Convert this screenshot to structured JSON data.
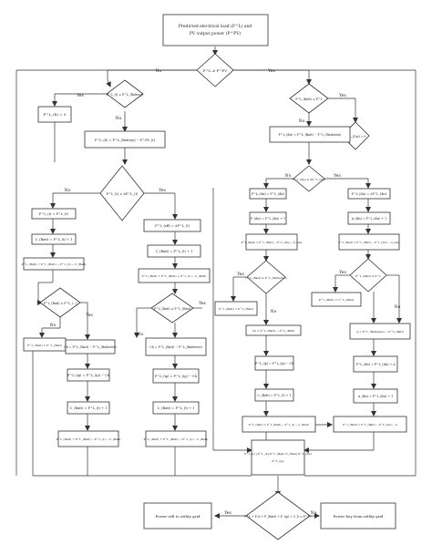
{
  "start": {
    "line1": "Predicted electrical load (P^L) and",
    "line2": "PV output power (P^PV)"
  },
  "d_top": "P^L ≥ P^PV",
  "yes": "Yes",
  "no": "No",
  "left": {
    "d1": "P^L_(t) ≥ P^L_(Battery)",
    "b_zero": "P^L_(b) = 0",
    "b_diff": "P^L_(b) = P^L_(Battery) − P^PV_(t)",
    "d2": "P^L_(t) ≥ ΔP^L_(t)",
    "b_a1": "P^L_(t) = P^L_(t)",
    "b_a2": "C_(Batt) = P^L_(t) + 1",
    "b_a3": "P^L_(Batt) = P^L_(Batt) − P^L_(t) − C_(Batt)",
    "d3": "P^L_(Batt) ≥ P^L_(...)",
    "b_a4": "P^L_(Batt) = P^L_(Batt)",
    "b_a5": "Ch = P^L_(Batt) − P^L_(Batteries)",
    "b_a6": "P^L_(ip) = P^L_(ip) − Ch",
    "b_a7": "C_(Batt) = P^L_(t) + 1",
    "b_a8": "P^L_(Batt) = P^L_(Batt) − P^L_(t) − C_(Batt)",
    "b_b1": "P^L_(eff) = ΔP^L_(t)",
    "b_b2": "C_(Batt) = P^L_(t) + 1",
    "b_b3": "P^L_(Batt) = P^L_(Batt) + P^L_(t) − C_(Batt)",
    "d4": "P^L_(Batt) ≥ P^L_(Batt)",
    "b_b5": "Ch = P^L_(Batt) − P^L_(Batteries)",
    "b_b6": "P^L_(ip) = P^L_(ip) − Ch",
    "b_b7": "C_(Batt) = P^L_(t) + 1",
    "b_b8": "P^L_(Batt) = P^L_(Batt) − P^L_(t) − C_(Batt)"
  },
  "right": {
    "d1": "P^L_(Batt) ≥ P^L",
    "c_zero": "P^L_(Dis) = 0",
    "b_top": "P^L_(dis) = P^L_(Batt) − P^L_(Batteries)",
    "d2": "P^L_(dis) ≥ ΔP^L_(dis)",
    "b_l1": "P^L_(dis) = P^L_(dis)",
    "b_l2": "P_(dis) = P^L_(dis) + 1",
    "b_l3": "P^L_(Batt) = P^L_(Batt) − P^L_(dis) − P_(dis)",
    "d3": "P^L_(Batt) ≥ P^L_(Batteries)",
    "b_side1": "P^L_(Batt) = P^L_(Batt)",
    "b_l5": "Ch = P^L_(Batt) − P^L_(Batt)",
    "b_l6": "P^L_(ip) = P^L_(ip) − Ch",
    "b_l7": "C_(Batt) = P^L_(t) + 1",
    "b_l8": "P^L_(Batt) = P^L_(Batt) − P^L_(t) − C_(Batt)",
    "b_r1": "P^L_(dis) = ΔP^L_(dis)",
    "b_r2": "A_(dis) = P^L_(dis) + 1",
    "b_r3": "P^L_(Batt) = P^L_(Batt) − P^L_(dis) − A_(dis)",
    "d4": "P^L_(Batt) ≥ P^L",
    "b_side2": "P^L_(Batt) = C^L_(Batt)",
    "b_r5": "A = P^L_(Batteries) − P^L_(Batt)",
    "b_r6": "P^L_(dis) = P^L_(dis) + A",
    "b_r7": "A_(dis) = P^L_(dis) + 1",
    "b_r8": "P^L_(Batt) = P^L_(Batt) − P^L_(dis) − A"
  },
  "merge": {
    "line1": "P^L_(t) | P^L_(b) P^L_(Batt) C_(Batt) P^L_(dis)",
    "line2": "P^L_(ip)"
  },
  "d_bottom": "P^L + P_b + P_(Batt) + P_(ip) + C_b ≥ P^PV",
  "sell": "Power sell to utility grid",
  "buy": "Power buy from utility grid"
}
